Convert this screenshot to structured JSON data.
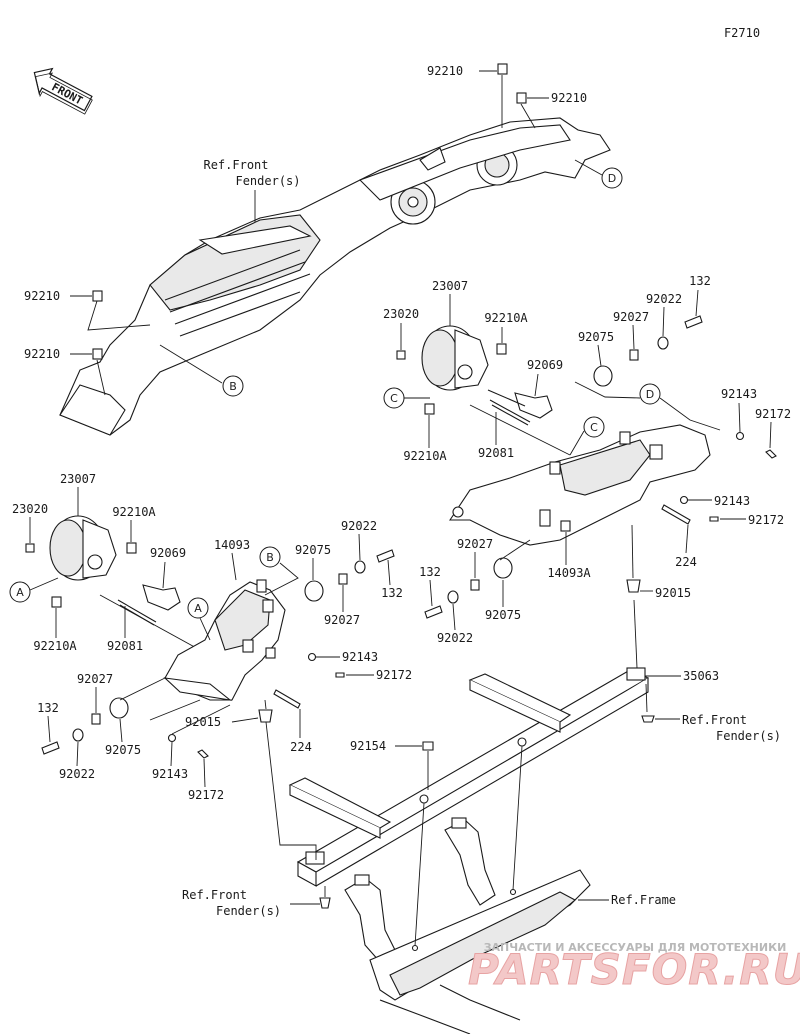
{
  "diagram_id": "F2710",
  "direction_badge": "FRONT",
  "labels": {
    "p92210_a": "92210",
    "p92210_b": "92210",
    "ref_front_fender_top_1": "Ref.Front",
    "ref_front_fender_top_2": "Fender(s)",
    "p92210_c": "92210",
    "p92210_d": "92210",
    "r_23007": "23007",
    "r_23020": "23020",
    "r_92210A": "92210A",
    "r_92069": "92069",
    "r_92210A_low": "92210A",
    "r_92081": "92081",
    "r_132": "132",
    "r_92022": "92022",
    "r_92027": "92027",
    "r_92075": "92075",
    "r_92143": "92143",
    "r_92172": "92172",
    "r_92143_b": "92143",
    "r_92172_b": "92172",
    "r_224": "224",
    "r_92015": "92015",
    "r_14093A": "14093A",
    "r_92027_b": "92027",
    "r_132_b": "132",
    "r_92022_b": "92022",
    "r_92075_b": "92075",
    "r_35063": "35063",
    "ref_front_fender_right_1": "Ref.Front",
    "ref_front_fender_right_2": "Fender(s)",
    "l_23007": "23007",
    "l_23020": "23020",
    "l_92210A": "92210A",
    "l_92069": "92069",
    "l_92210A_low": "92210A",
    "l_92081": "92081",
    "l_14093": "14093",
    "l_92075": "92075",
    "l_92022": "92022",
    "l_132": "132",
    "l_92027": "92027",
    "l_92143": "92143",
    "l_92172": "92172",
    "l_92015": "92015",
    "l_224": "224",
    "l_92027_b": "92027",
    "l_132_b": "132",
    "l_92022_b": "92022",
    "l_92075_b": "92075",
    "l_92143_b": "92143",
    "l_92172_b": "92172",
    "p92154": "92154",
    "ref_front_fender_bottom_1": "Ref.Front",
    "ref_front_fender_bottom_2": "Fender(s)",
    "ref_frame": "Ref.Frame"
  },
  "callouts": {
    "A": "A",
    "B": "B",
    "C": "C",
    "D": "D"
  },
  "watermark": {
    "top": "ЗАПЧАСТИ И АКСЕССУАРЫ ДЛЯ МОТОТЕХНИКИ",
    "logo": "PARTSFOR.RU"
  },
  "colors": {
    "line": "#1a1a1a",
    "watermark_logo": "#f3c8c8",
    "watermark_text": "#b8b8b8"
  }
}
